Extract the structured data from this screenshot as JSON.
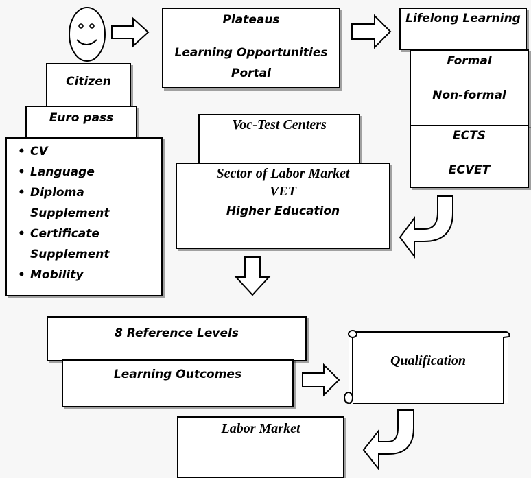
{
  "plateaus": {
    "title": "Plateaus",
    "line1": "Learning Opportunities",
    "line2": "Portal"
  },
  "lifelong": {
    "title": "Lifelong Learning",
    "formal": "Formal",
    "nonformal": "Non-formal",
    "ects": "ECTS",
    "ecvet": "ECVET"
  },
  "citizen": "Citizen",
  "europass": {
    "title": "Euro pass",
    "items": [
      "CV",
      "Language",
      "Diploma",
      "Supplement",
      "Certificate",
      "Supplement",
      "Mobility"
    ]
  },
  "voc": "Voc-Test Centers",
  "sector": {
    "line1": "Sector of Labor Market",
    "line2": "VET",
    "line3": "Higher Education"
  },
  "levels": "8 Reference Levels",
  "outcomes": "Learning Outcomes",
  "qualification": "Qualification",
  "labor": "Labor Market",
  "colors": {
    "stroke": "#000000",
    "fill": "#ffffff",
    "background": "#f7f7f7"
  }
}
